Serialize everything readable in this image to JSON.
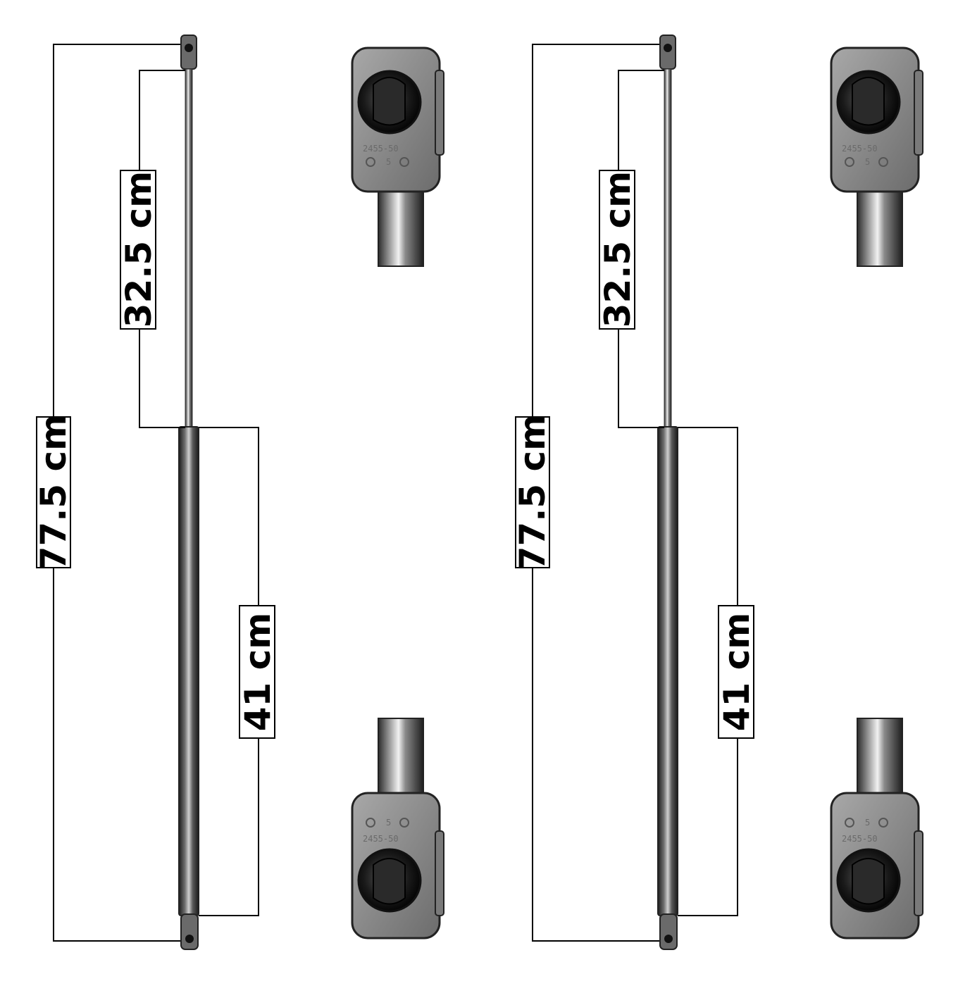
{
  "labels": {
    "overall_length": "77.5 cm",
    "rod_length": "32.5 cm",
    "body_length": "41 cm"
  },
  "socket_markings": {
    "part_code": "2455-50",
    "number": "5"
  },
  "colors": {
    "dimension_line": "#000000",
    "socket": "#8f8f8f",
    "socket_dark": "#3a3a3a",
    "cylinder": "#5a5a5a"
  }
}
